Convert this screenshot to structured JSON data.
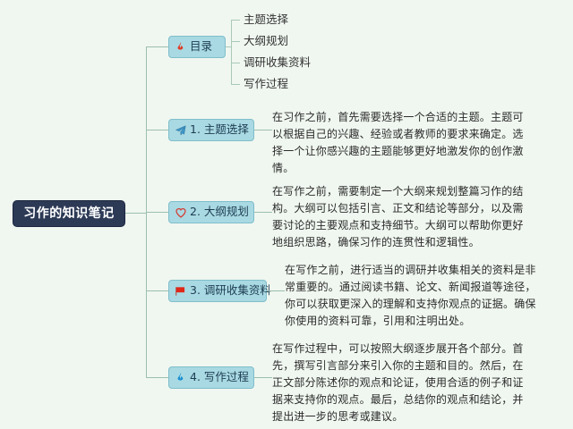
{
  "canvas": {
    "background_color": "#f0f7f0",
    "line_color": "#9cbfae"
  },
  "root": {
    "label": "习作的知识笔记",
    "background_color": "#2c3a56",
    "text_color": "#ffffff"
  },
  "branches": [
    {
      "id": "contents",
      "label": "目录",
      "icon": "red-flame-icon",
      "icon_color": "#e03b24",
      "background_color": "#a9d9e2"
    },
    {
      "id": "topic-selection",
      "label": "1. 主题选择",
      "icon": "paper-plane-icon",
      "icon_color": "#2f7fb5",
      "background_color": "#a9d9e2"
    },
    {
      "id": "outline-planning",
      "label": "2. 大纲规划",
      "icon": "heart-outline-icon",
      "icon_color": "#d6342a",
      "background_color": "#a9d9e2"
    },
    {
      "id": "research-collection",
      "label": "3. 调研收集资料",
      "icon": "red-flag-icon",
      "icon_color": "#e02718",
      "background_color": "#a9d9e2"
    },
    {
      "id": "writing-process",
      "label": "4. 写作过程",
      "icon": "blue-flame-icon",
      "icon_color": "#1a8fd1",
      "background_color": "#a9d9e2"
    }
  ],
  "contents_items": [
    {
      "label": "主题选择"
    },
    {
      "label": "大纲规划"
    },
    {
      "label": "调研收集资料"
    },
    {
      "label": "写作过程"
    }
  ],
  "paragraphs": [
    {
      "id": "topic-selection-text",
      "text": "在习作之前，首先需要选择一个合适的主题。主题可以根据自己的兴趣、经验或者教师的要求来确定。选择一个让你感兴趣的主题能够更好地激发你的创作激情。"
    },
    {
      "id": "outline-planning-text",
      "text": "在写作之前，需要制定一个大纲来规划整篇习作的结构。大纲可以包括引言、正文和结论等部分，以及需要讨论的主要观点和支持细节。大纲可以帮助你更好地组织思路，确保习作的连贯性和逻辑性。"
    },
    {
      "id": "research-collection-text",
      "text": "在写作之前，进行适当的调研并收集相关的资料是非常重要的。通过阅读书籍、论文、新闻报道等途径，你可以获取更深入的理解和支持你观点的证据。确保你使用的资料可靠，引用和注明出处。"
    },
    {
      "id": "writing-process-text",
      "text": "在写作过程中，可以按照大纲逐步展开各个部分。首先，撰写引言部分来引入你的主题和目的。然后，在正文部分陈述你的观点和论证，使用合适的例子和证据来支持你的观点。最后，总结你的观点和结论，并提出进一步的思考或建议。"
    }
  ]
}
